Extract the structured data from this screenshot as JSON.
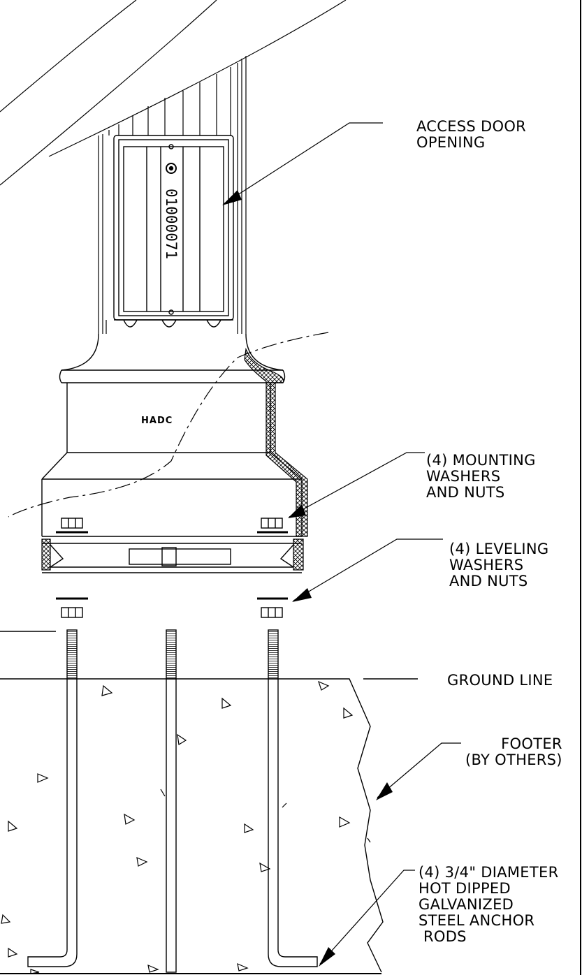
{
  "labels": {
    "access_door": [
      "ACCESS DOOR",
      "OPENING"
    ],
    "mounting": [
      "(4) MOUNTING",
      "WASHERS",
      "AND NUTS"
    ],
    "leveling": [
      "(4) LEVELING",
      "WASHERS",
      "AND NUTS"
    ],
    "ground": "GROUND LINE",
    "footer": [
      "FOOTER",
      "(BY OTHERS)"
    ],
    "anchor": [
      "(4) 3/4\" DIAMETER",
      "HOT DIPPED",
      "GALVANIZED",
      "STEEL ANCHOR",
      " RODS"
    ]
  },
  "door_serial": "01000071",
  "base_brand": "HADC",
  "colors": {
    "line": "#000000",
    "background": "#ffffff"
  }
}
